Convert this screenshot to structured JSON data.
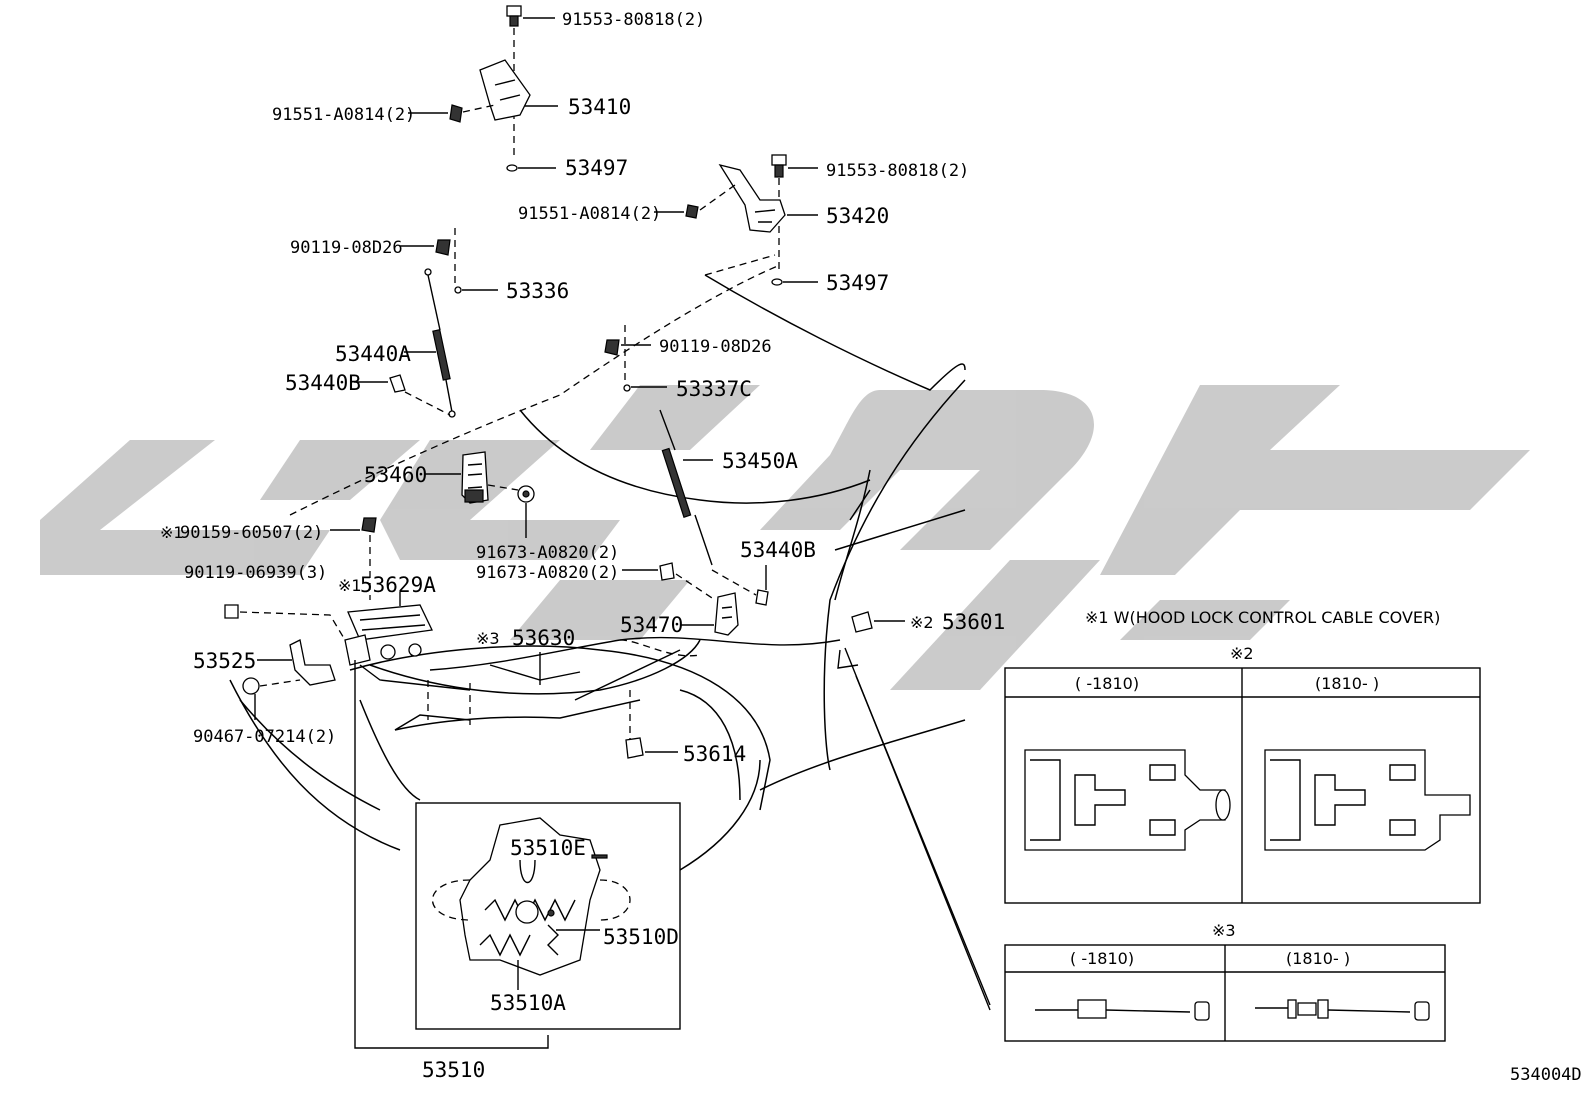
{
  "diagram_id": "534004D",
  "watermark_colour": "#c8c8c8",
  "parts": {
    "bolt_top_left": "91553-80818(2)",
    "bolt_side_left": "91551-A0814(2)",
    "hinge_left": "53410",
    "washer_left": "53497",
    "bolt_top_right": "91553-80818(2)",
    "bolt_side_right": "91551-A0814(2)",
    "hinge_right": "53420",
    "washer_right": "53497",
    "stud_left": "90119-08D26",
    "bracket_left": "53336",
    "support_left": "53440A",
    "cushion_left": "53440B",
    "stud_right": "90119-08D26",
    "bracket_right": "53337C",
    "support_right": "53450A",
    "lock_striker": "53460",
    "screw_striker": "91673-A0820(2)",
    "clip_note": "※1",
    "clip_part": "90159-60507(2)",
    "bolt_lock": "90119-06939(3)",
    "cover_note": "※1",
    "cover_part": "53629A",
    "screw_hook": "91673-A0820(2)",
    "cushion_right": "53440B",
    "release_lever": "53525",
    "cable_note": "※3",
    "cable_part": "53630",
    "hook": "53470",
    "handle_note": "※2",
    "handle_part": "53601",
    "nut": "90467-07214(2)",
    "clamp": "53614",
    "lock_assy": "53510",
    "lock_sub_e": "53510E",
    "lock_sub_d": "53510D",
    "lock_sub_a": "53510A"
  },
  "legend": {
    "note1": "※1 W(HOOD LOCK CONTROL CABLE COVER)",
    "note2_mark": "※2",
    "note2_col1": "(      -1810)",
    "note2_col2": "(1810-      )",
    "note3_mark": "※3",
    "note3_col1": "(      -1810)",
    "note3_col2": "(1810-      )"
  }
}
